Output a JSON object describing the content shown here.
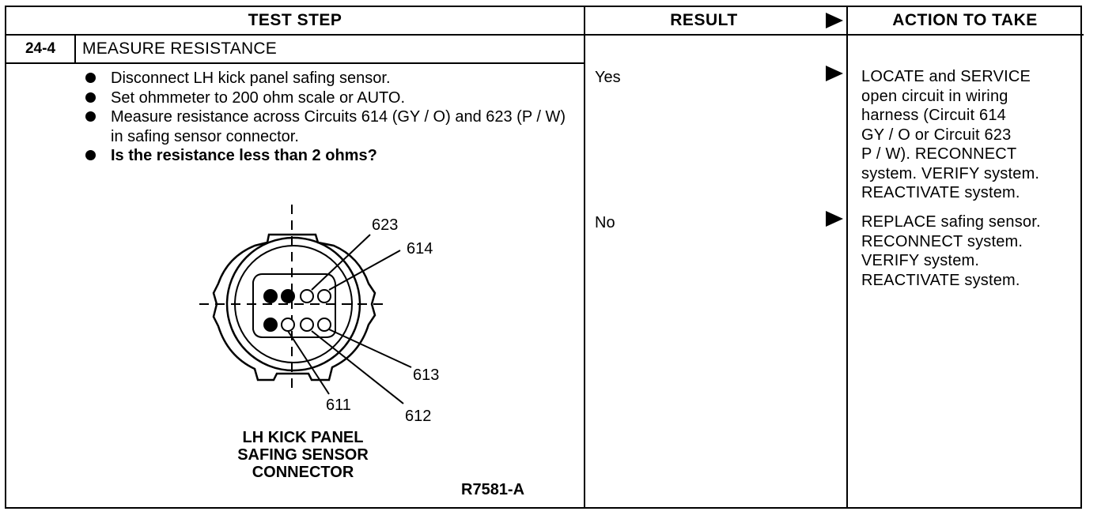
{
  "header": {
    "test_step": "TEST STEP",
    "result": "RESULT",
    "action": "ACTION TO TAKE"
  },
  "step": {
    "number": "24-4",
    "title": "MEASURE RESISTANCE",
    "bullets": [
      "Disconnect LH kick panel safing sensor.",
      "Set ohmmeter to 200 ohm scale or AUTO.",
      "Measure resistance across Circuits 614 (GY / O) and 623 (P / W) in safing sensor connector.",
      "Is the resistance less than 2 ohms?"
    ]
  },
  "results": [
    {
      "label": "Yes",
      "action_lines": [
        "LOCATE and SERVICE",
        "open circuit in wiring",
        "harness (Circuit 614",
        "GY / O or Circuit 623",
        "P / W). RECONNECT",
        "system. VERIFY system.",
        "REACTIVATE system."
      ]
    },
    {
      "label": "No",
      "action_lines": [
        "REPLACE safing sensor.",
        "RECONNECT system.",
        "VERIFY system.",
        "REACTIVATE system."
      ]
    }
  ],
  "diagram": {
    "pin_labels": [
      "623",
      "614",
      "613",
      "612",
      "611"
    ],
    "caption_lines": [
      "LH KICK PANEL",
      "SAFING SENSOR",
      "CONNECTOR"
    ],
    "figure_id": "R7581-A"
  }
}
